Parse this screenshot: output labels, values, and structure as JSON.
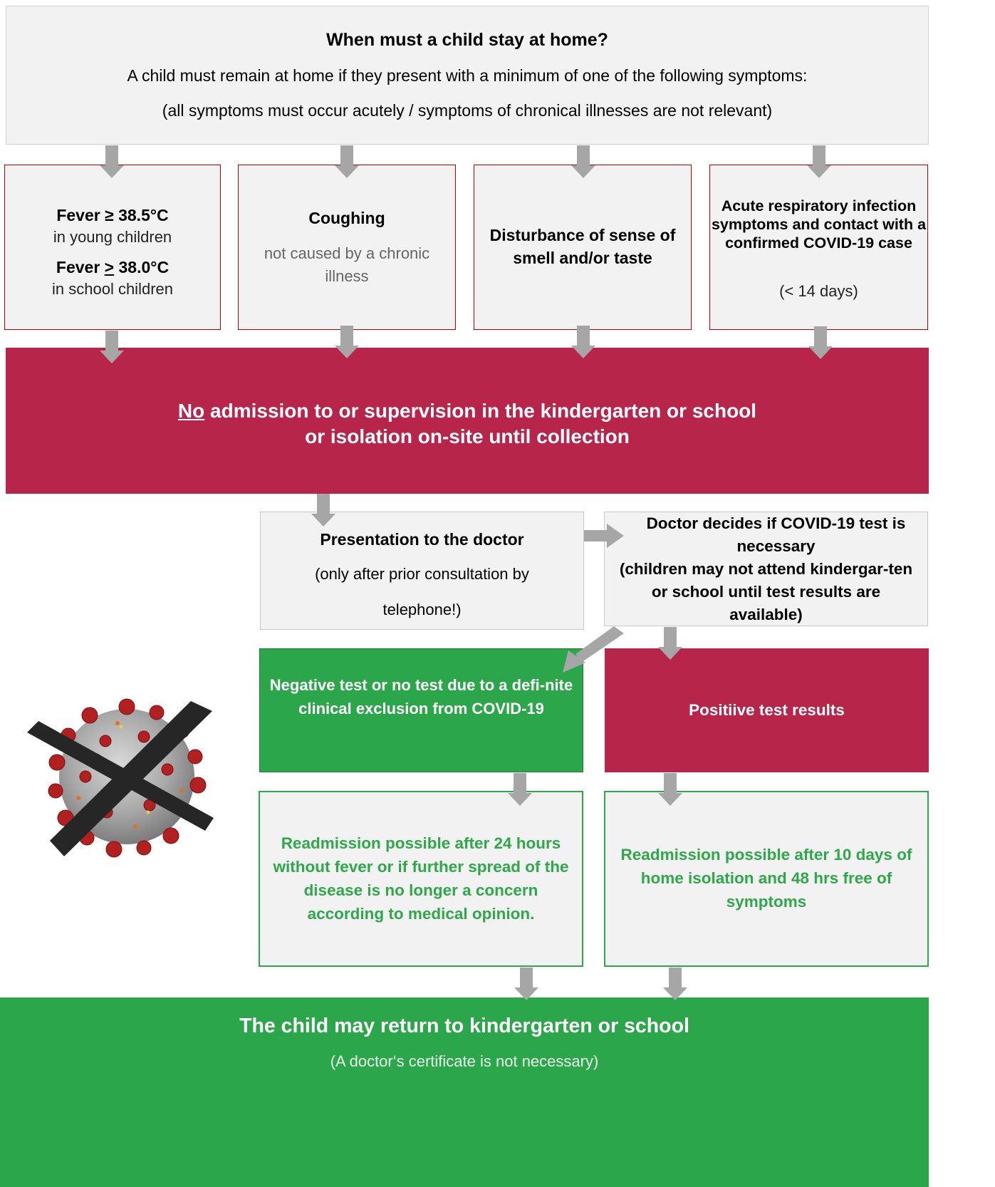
{
  "header": {
    "title": "When must a child stay at home?",
    "line1": "A child must remain at home if they present with a minimum of one of the following symptoms:",
    "line2": "(all symptoms must occur acutely / symptoms of chronical illnesses are not relevant)"
  },
  "symptoms": {
    "fever": {
      "title1": "Fever ≥ 38.5°C",
      "sub1": "in young children",
      "title2_prefix": "Fever ",
      "title2_symbol": ">",
      "title2_suffix": " 38.0°C",
      "sub2": "in school children"
    },
    "coughing": {
      "title": "Coughing",
      "sub": "not caused by a chronic illness"
    },
    "smell": {
      "title": "Disturbance of sense of smell and/or taste"
    },
    "respiratory": {
      "title": "Acute respiratory infection symptoms and contact with a confirmed COVID-19 case",
      "sub": "(< 14 days)"
    }
  },
  "no_admission": {
    "no_word": "No",
    "line1_rest": " admission to or supervision in the kindergarten or school",
    "line2": "or isolation on-site until collection"
  },
  "doctor": {
    "title": "Presentation to the doctor",
    "sub1": "(only after prior consultation by",
    "sub2": "telephone!)"
  },
  "decision": {
    "title": "Doctor decides if COVID-19 test is necessary",
    "sub": "(children may not attend kindergar-ten or school until test results are available)"
  },
  "negative": {
    "text": "Negative test or no test due to a defi-nite clinical exclusion from COVID-19"
  },
  "positive": {
    "text": "Positiive test results"
  },
  "readmit_negative": {
    "text": "Readmission possible after 24 hours without fever or if further spread of the disease is no longer a concern according to medical opinion."
  },
  "readmit_positive": {
    "text": "Readmission possible after 10 days of home isolation and 48 hrs free of symptoms"
  },
  "footer": {
    "title": "The child may return to kindergarten or school",
    "sub": "(A doctor‘s certificate is not necessary)"
  },
  "colors": {
    "crimson": "#b8254b",
    "green": "#2ca64a",
    "arrow": "#a6a6a6",
    "box_gray": "#f2f2f2"
  },
  "icons": {
    "arrow": "down-arrow-icon",
    "virus": "crossed-out-coronavirus-icon"
  }
}
